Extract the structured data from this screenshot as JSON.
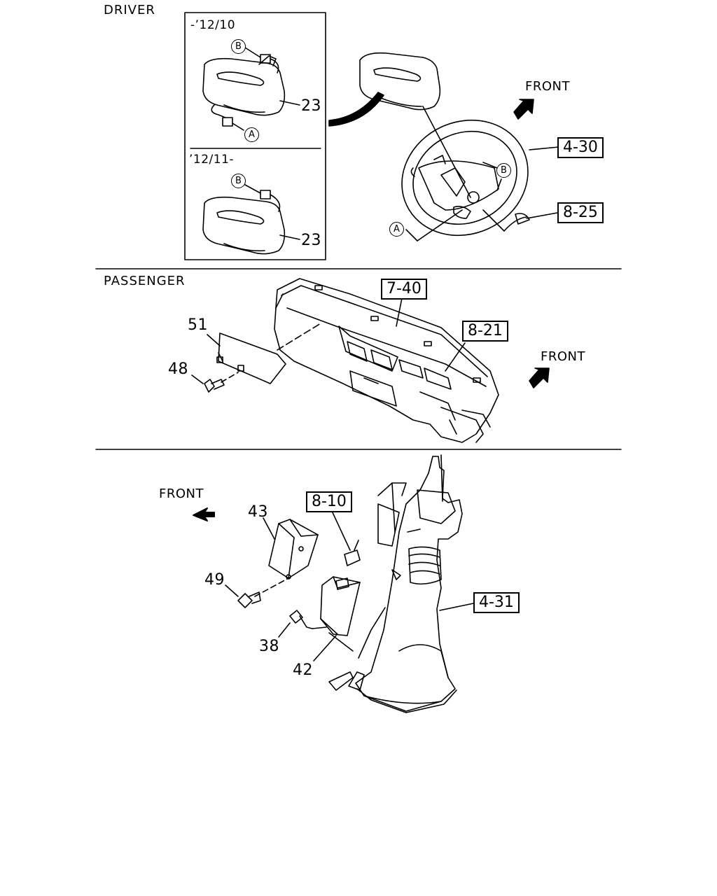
{
  "sections": {
    "driver": "DRIVER",
    "passenger": "PASSENGER"
  },
  "inset": {
    "upper_date": "-’12/10",
    "lower_date": "’12/11-"
  },
  "connector_labels": {
    "a": "A",
    "b": "B"
  },
  "front_labels": {
    "driver": "FRONT",
    "passenger": "FRONT",
    "column": "FRONT"
  },
  "part_numbers": {
    "p23_upper": "23",
    "p23_lower": "23",
    "p51": "51",
    "p48": "48",
    "p43": "43",
    "p49": "49",
    "p38": "38",
    "p42": "42"
  },
  "references": {
    "r4_30": "4-30",
    "r8_25": "8-25",
    "r7_40": "7-40",
    "r8_21": "8-21",
    "r8_10": "8-10",
    "r4_31": "4-31"
  },
  "colors": {
    "line": "#000000",
    "background": "#ffffff"
  }
}
